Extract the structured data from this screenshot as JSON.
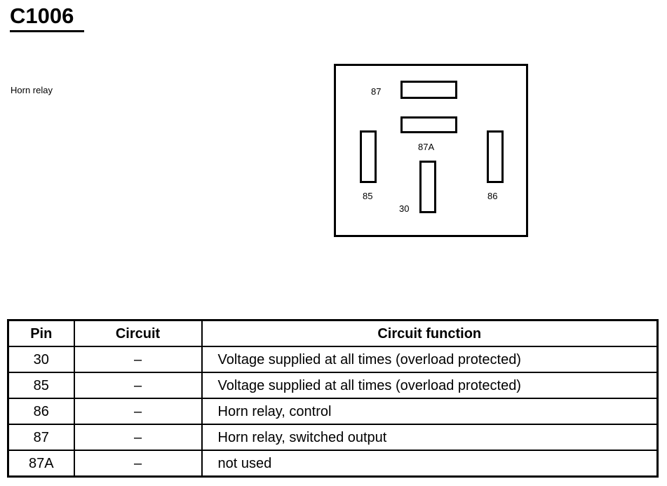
{
  "header": {
    "title": "C1006",
    "subtitle": "Horn relay"
  },
  "connector": {
    "pins": {
      "p87": "87",
      "p87a": "87A",
      "p85": "85",
      "p86": "86",
      "p30": "30"
    }
  },
  "table": {
    "headers": [
      "Pin",
      "Circuit",
      "Circuit function"
    ],
    "rows": [
      {
        "pin": "30",
        "circuit": "–",
        "function": "Voltage supplied at all times (overload protected)"
      },
      {
        "pin": "85",
        "circuit": "–",
        "function": "Voltage supplied at all times (overload protected)"
      },
      {
        "pin": "86",
        "circuit": "–",
        "function": "Horn relay, control"
      },
      {
        "pin": "87",
        "circuit": "–",
        "function": "Horn relay, switched output"
      },
      {
        "pin": "87A",
        "circuit": "–",
        "function": "not used"
      }
    ]
  }
}
